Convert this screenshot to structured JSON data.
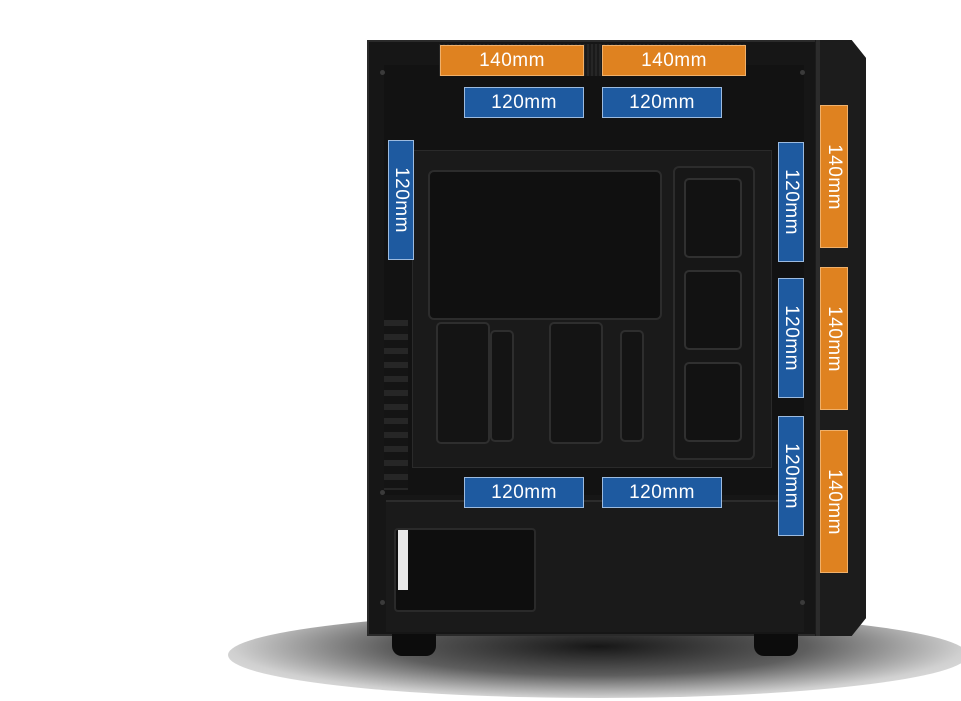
{
  "colors": {
    "blue_label": "#1e5aa0",
    "orange_label": "#df8220",
    "case": "#161616",
    "shadow": "#222222"
  },
  "labels": {
    "top_140_left": "140mm",
    "top_140_right": "140mm",
    "top_120_left": "120mm",
    "top_120_right": "120mm",
    "rear_120": "120mm",
    "front_120_1": "120mm",
    "front_120_2": "120mm",
    "front_120_3": "120mm",
    "front_140_1": "140mm",
    "front_140_2": "140mm",
    "front_140_3": "140mm",
    "bottom_120_left": "120mm",
    "bottom_120_right": "120mm"
  }
}
